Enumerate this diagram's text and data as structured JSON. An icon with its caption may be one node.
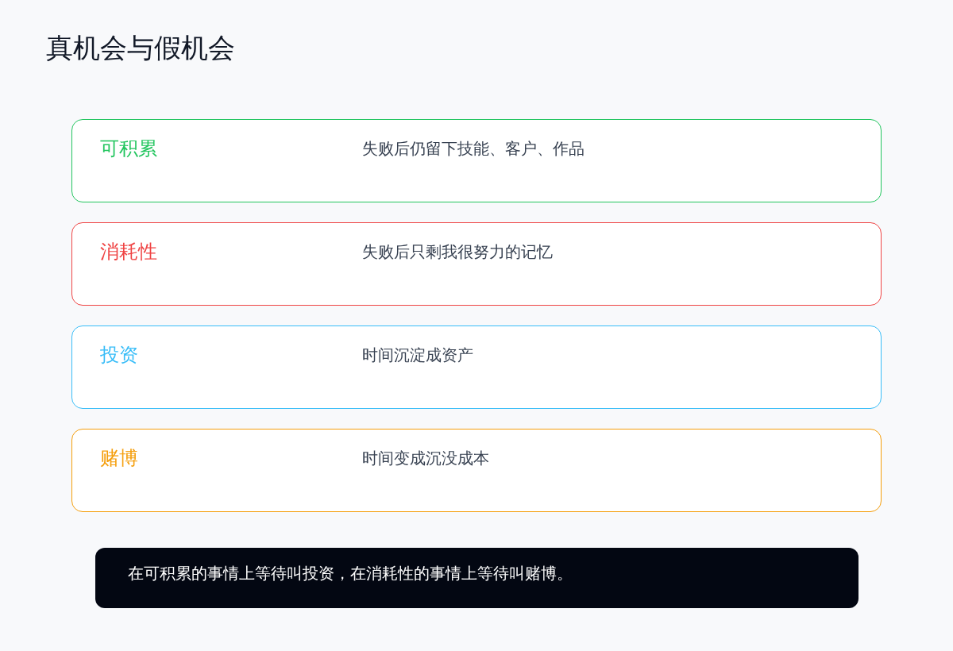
{
  "diagram": {
    "title": "真机会与假机会",
    "nodes": [
      {
        "text": [
          "可积累",
          "失败后仍留下技能、客户、作品"
        ]
      },
      {
        "text": [
          "消耗性",
          "失败后只剩我很努力的记忆"
        ]
      },
      {
        "text": [
          "投资",
          "时间沉淀成资产"
        ]
      },
      {
        "text": [
          "赌博",
          "时间变成沉没成本"
        ]
      },
      {
        "text": [
          "在可积累的事情上等待叫投资，在消耗性的事情上等待叫赌博。"
        ]
      }
    ]
  }
}
